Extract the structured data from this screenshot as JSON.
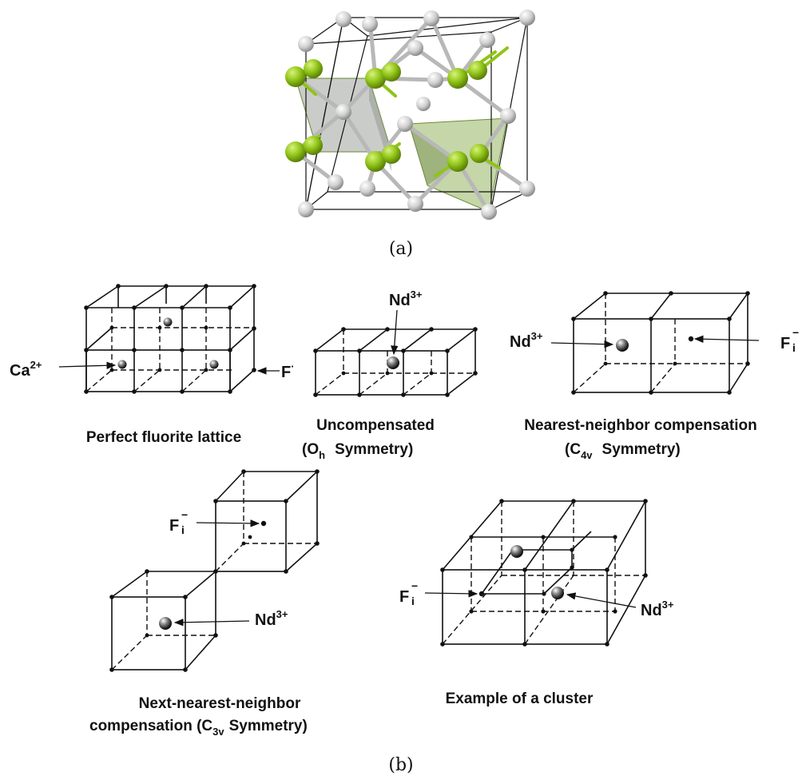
{
  "part_a": {
    "caption": "(a)",
    "colors": {
      "cation_atom": "#c8c8c8",
      "anion_atom": "#8fc417",
      "cube_face": "#9ea29e",
      "tetra_face": "#9fbb70"
    }
  },
  "part_b": {
    "caption": "(b)",
    "panels": {
      "perfect": {
        "title": "Perfect fluorite lattice",
        "ca_label": "Ca",
        "ca_sup": "2+",
        "f_label": "F",
        "f_sup": "·"
      },
      "uncomp": {
        "line1": "Uncompensated",
        "line2_open": "(O",
        "line2_sub": "h",
        "line2_rest": "Symmetry)",
        "nd": "Nd",
        "nd_sup": "3+"
      },
      "nn": {
        "line1": "Nearest-neighbor compensation",
        "line2_open": "(C",
        "line2_sub": "4v",
        "line2_rest": "Symmetry)",
        "nd": "Nd",
        "nd_sup": "3+",
        "f": "F",
        "f_sup": "−",
        "f_sub": "i"
      },
      "nnn": {
        "line1": "Next-nearest-neighbor",
        "line2_open": "compensation (C",
        "line2_sub": "3v",
        "line2_rest": "Symmetry)",
        "nd": "Nd",
        "nd_sup": "3+",
        "f": "F",
        "f_sup": "−",
        "f_sub": "i"
      },
      "cluster": {
        "title": "Example of a cluster",
        "nd": "Nd",
        "nd_sup": "3+",
        "f": "F",
        "f_sup": "−",
        "f_sub": "i"
      }
    }
  }
}
